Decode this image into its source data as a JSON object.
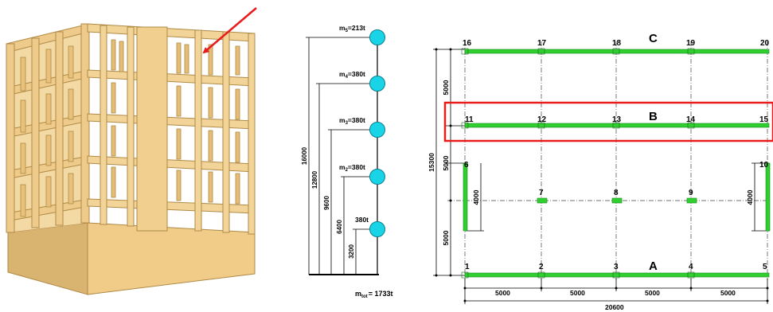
{
  "stick_model": {
    "levels": [
      {
        "mass_sub": "5",
        "mass_value": "=213t",
        "height": "16000"
      },
      {
        "mass_sub": "4",
        "mass_value": "=380t",
        "height": "12800"
      },
      {
        "mass_sub": "3",
        "mass_value": "=380t",
        "height": "9600"
      },
      {
        "mass_sub": "2",
        "mass_value": "=380t",
        "height": "6400"
      },
      {
        "mass_sub": "",
        "mass_value": "380t",
        "height": "3200"
      }
    ],
    "total_prefix": "m",
    "total_sub": "tot",
    "total_value": "= 1733t"
  },
  "plan": {
    "axis_labels": {
      "a": "A",
      "b": "B",
      "c": "C"
    },
    "nodes_a": [
      "1",
      "2",
      "3",
      "4",
      "5"
    ],
    "nodes_mid": [
      "6",
      "7",
      "8",
      "9",
      "10"
    ],
    "nodes_b": [
      "11",
      "12",
      "13",
      "14",
      "15"
    ],
    "nodes_c": [
      "16",
      "17",
      "18",
      "19",
      "20"
    ],
    "dim_bottom_spans": [
      "5000",
      "5000",
      "5000",
      "5000"
    ],
    "dim_bottom_total": "20600",
    "dim_left_spans": [
      "5000",
      "5000",
      "5000"
    ],
    "dim_left_total": "15300",
    "wall_length_left": "4000",
    "wall_length_right": "4000"
  },
  "colors": {
    "wall_green": "#2fcf2f",
    "mass_cyan": "#19d4e6",
    "highlight_red": "#e81c1c",
    "model_tan": "#efcd8a"
  }
}
